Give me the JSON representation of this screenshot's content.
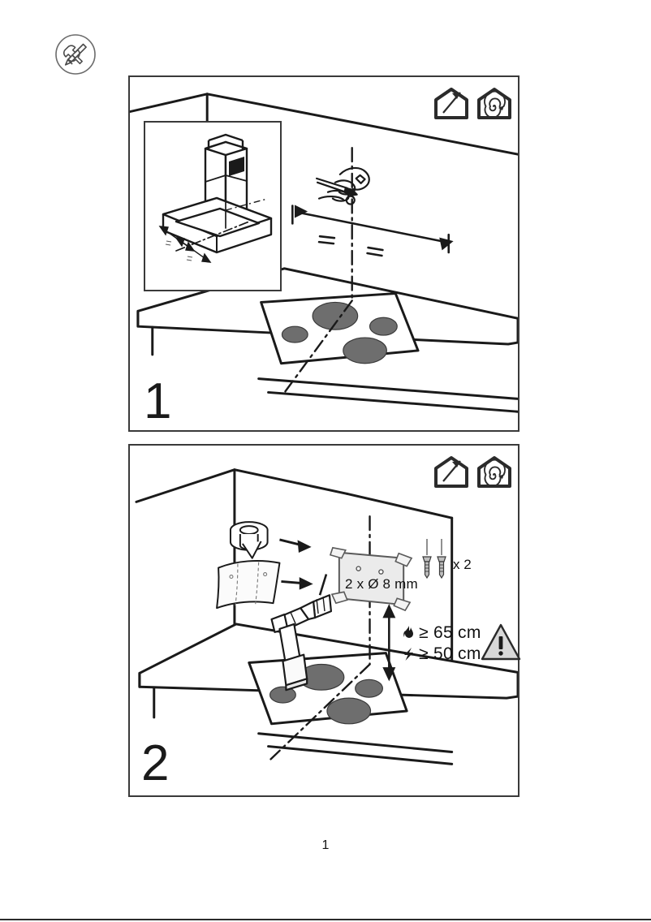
{
  "document": {
    "type": "installation-instructions",
    "page_number": "1"
  },
  "header": {
    "tools_icon": "wrench-screwdriver-icon"
  },
  "steps": [
    {
      "number": "1",
      "mode_icons": [
        {
          "name": "ducted-exhaust-house-icon",
          "meaning": "extraction mode"
        },
        {
          "name": "recirculation-house-icon",
          "meaning": "filter mode"
        }
      ],
      "inset": {
        "name": "hood-centering-detail",
        "equal_marks": [
          "=",
          "="
        ]
      },
      "annotations": {
        "pencil_icon": "hand-with-pencil-icon",
        "equal_left": "=",
        "equal_right": "="
      },
      "cooktop": {
        "burners": 4
      }
    },
    {
      "number": "2",
      "mode_icons": [
        {
          "name": "ducted-exhaust-house-icon",
          "meaning": "extraction mode"
        },
        {
          "name": "recirculation-house-icon",
          "meaning": "filter mode"
        }
      ],
      "parts": {
        "tape_roll": "adhesive-tape-roll-icon",
        "paper_template": "paper-template-icon",
        "drill": "power-drill-icon"
      },
      "template_plate": {
        "label": "2 x Ø 8 mm",
        "holes": 2
      },
      "fasteners": {
        "label": "x 2",
        "items": [
          "screw",
          "wall-plug"
        ]
      },
      "clearances": [
        {
          "symbol": "flame-icon",
          "text": "≥ 65 cm"
        },
        {
          "symbol": "lightning-icon",
          "text": "≥ 50 cm"
        }
      ],
      "warning": {
        "symbol": "!",
        "name": "warning-triangle-icon"
      }
    }
  ],
  "colors": {
    "line": "#1a1a1a",
    "panel_border": "#3a3a3a",
    "burner_fill": "#6e6e6e",
    "plate_fill": "#ebebeb",
    "warning_fill": "#d8d8d8"
  }
}
